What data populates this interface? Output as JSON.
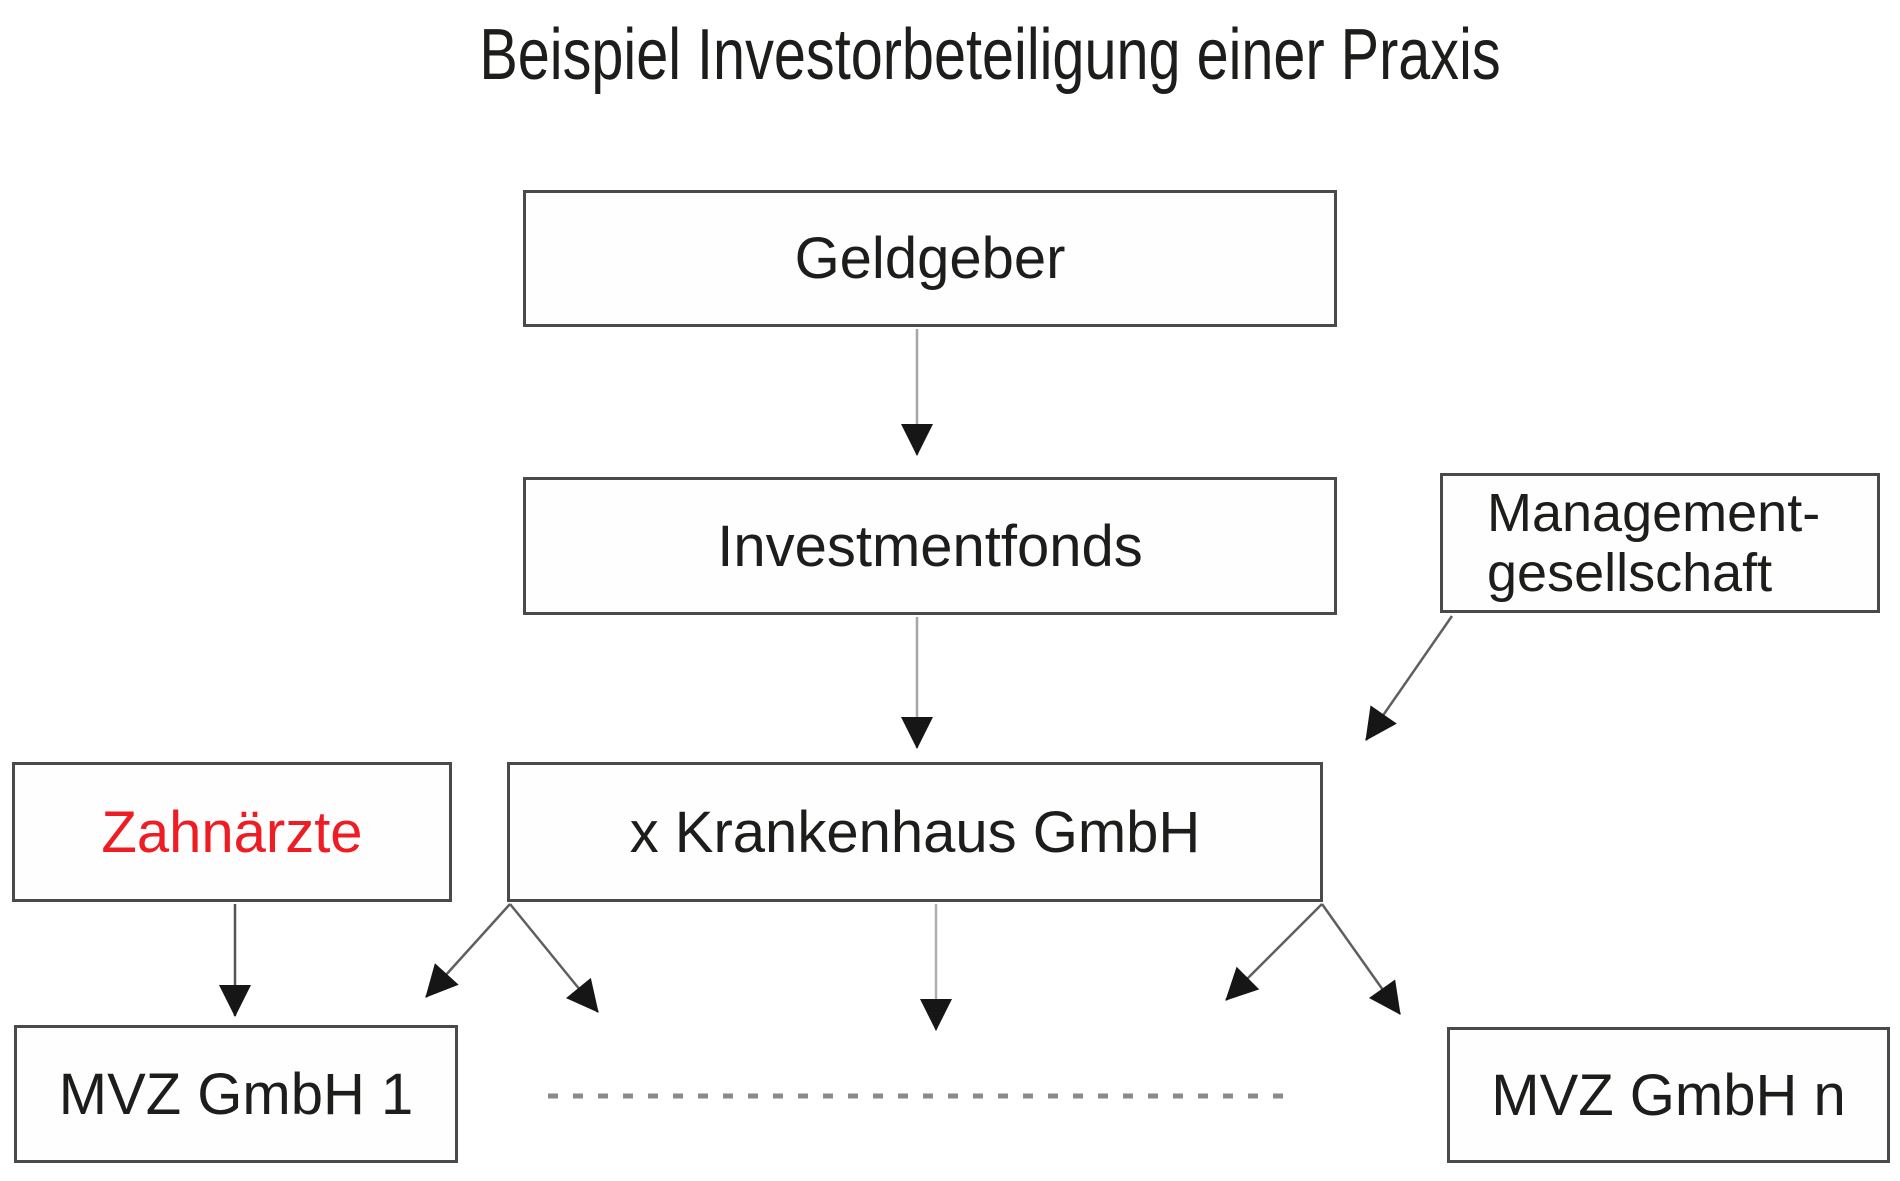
{
  "title": "Beispiel Investorbeteiligung einer Praxis",
  "nodes": {
    "geldgeber": {
      "label": "Geldgeber"
    },
    "investmentfonds": {
      "label": "Investmentfonds"
    },
    "managementgesellschaft": {
      "label_line1": "Management-",
      "label_line2": "gesellschaft"
    },
    "zahnaerzte": {
      "label": "Zahnärzte",
      "text_color": "#ee1c23"
    },
    "krankenhaus": {
      "label": "x Krankenhaus GmbH"
    },
    "mvz_1": {
      "label": "MVZ GmbH 1"
    },
    "mvz_n": {
      "label": "MVZ GmbH n"
    }
  },
  "colors": {
    "background": "#ffffff",
    "box_border": "#4a4a4a",
    "text": "#1d1d1b",
    "highlight_red": "#ee1c23",
    "arrow_line_light": "#a6a6a6",
    "arrow_line_dark": "#5f5f5f",
    "arrowhead": "#161616",
    "dashed_line": "#8a8a8a"
  }
}
